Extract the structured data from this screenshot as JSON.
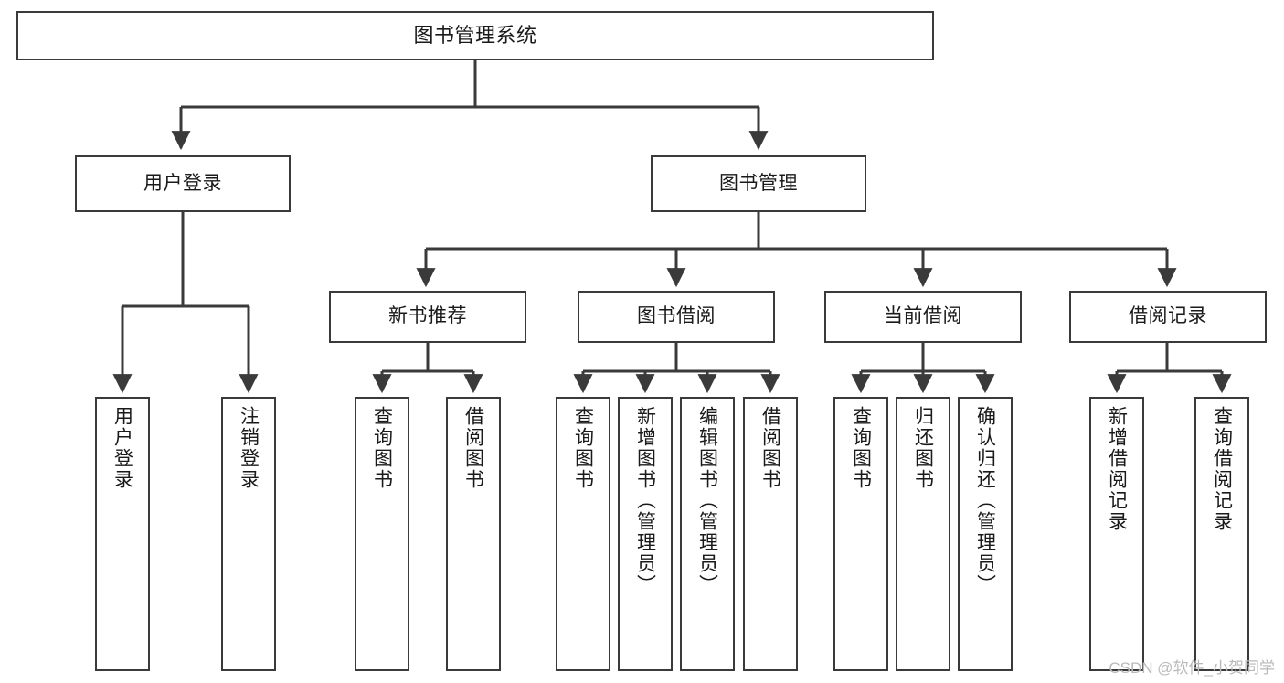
{
  "diagram": {
    "title": "图书管理系统",
    "type": "hierarchy-tree",
    "orientation": "top-down",
    "colors": {
      "stroke": "#3a3a3a",
      "fill": "#ffffff",
      "text": "#1a1a1a",
      "watermark": "#b9b9b9"
    },
    "nodes": {
      "root": {
        "label": "图书管理系统"
      },
      "level2": [
        {
          "id": "user-login",
          "label": "用户登录"
        },
        {
          "id": "book-manage",
          "label": "图书管理"
        }
      ],
      "level3": [
        {
          "id": "new-book-recommend",
          "label": "新书推荐"
        },
        {
          "id": "book-borrow",
          "label": "图书借阅"
        },
        {
          "id": "current-borrow",
          "label": "当前借阅"
        },
        {
          "id": "borrow-record",
          "label": "借阅记录"
        }
      ],
      "leaves": {
        "user_login": [
          {
            "id": "leaf-user-login",
            "label": "用户登录"
          },
          {
            "id": "leaf-logout-login",
            "label": "注销登录"
          }
        ],
        "new_book_recommend": [
          {
            "id": "leaf-query-book-1",
            "label": "查询图书"
          },
          {
            "id": "leaf-borrow-book-1",
            "label": "借阅图书"
          }
        ],
        "book_borrow": [
          {
            "id": "leaf-query-book-2",
            "label": "查询图书"
          },
          {
            "id": "leaf-add-book",
            "label": "新增图书（管理员）"
          },
          {
            "id": "leaf-edit-book",
            "label": "编辑图书（管理员）"
          },
          {
            "id": "leaf-borrow-book-2",
            "label": "借阅图书"
          }
        ],
        "current_borrow": [
          {
            "id": "leaf-query-book-3",
            "label": "查询图书"
          },
          {
            "id": "leaf-return-book",
            "label": "归还图书"
          },
          {
            "id": "leaf-confirm-return",
            "label": "确认归还（管理员）"
          }
        ],
        "borrow_record": [
          {
            "id": "leaf-add-record",
            "label": "新增借阅记录"
          },
          {
            "id": "leaf-query-record",
            "label": "查询借阅记录"
          }
        ]
      }
    }
  },
  "watermark": {
    "text": "CSDN @软件_小贺同学"
  }
}
